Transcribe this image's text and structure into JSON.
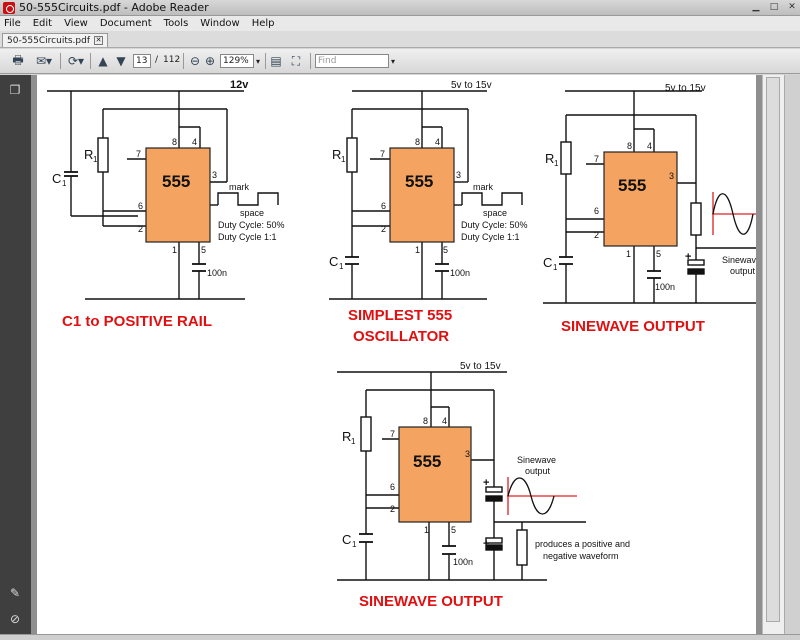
{
  "window": {
    "title": "50-555Circuits.pdf - Adobe Reader"
  },
  "menu": [
    "File",
    "Edit",
    "View",
    "Document",
    "Tools",
    "Window",
    "Help"
  ],
  "tab": {
    "label": "50-555Circuits.pdf"
  },
  "toolbar": {
    "page": "13",
    "page_sep": "/",
    "total": "112",
    "zoom": "129%",
    "find_placeholder": "Find"
  },
  "circuits": {
    "c1": {
      "supply": "12v",
      "ic": "555",
      "r1": "R",
      "r1_sub": "1",
      "c1": "C",
      "c1_sub": "1",
      "mark": "mark",
      "space": "space",
      "duty1": "Duty Cycle: 50%",
      "duty2": "Duty Cycle 1:1",
      "cap": "100n",
      "caption": "C1 to POSITIVE RAIL",
      "p7": "7",
      "p6": "6",
      "p2": "2",
      "p8": "8",
      "p4": "4",
      "p3": "3",
      "p1": "1",
      "p5": "5"
    },
    "c2": {
      "supply": "5v to 15v",
      "ic": "555",
      "r1": "R",
      "r1_sub": "1",
      "c1": "C",
      "c1_sub": "1",
      "mark": "mark",
      "space": "space",
      "duty1": "Duty Cycle: 50%",
      "duty2": "Duty Cycle 1:1",
      "cap": "100n",
      "caption1": "SIMPLEST 555",
      "caption2": "OSCILLATOR",
      "p7": "7",
      "p6": "6",
      "p2": "2",
      "p8": "8",
      "p4": "4",
      "p3": "3",
      "p1": "1",
      "p5": "5"
    },
    "c3": {
      "supply": "5v to 15v",
      "ic": "555",
      "r1": "R",
      "r1_sub": "1",
      "c1": "C",
      "c1_sub": "1",
      "sine1": "Sinewave",
      "sine2": "output",
      "cap": "100n",
      "caption": "SINEWAVE OUTPUT",
      "plus": "+",
      "p7": "7",
      "p6": "6",
      "p2": "2",
      "p8": "8",
      "p4": "4",
      "p3": "3",
      "p1": "1",
      "p5": "5"
    },
    "c4": {
      "supply": "5v to 15v",
      "ic": "555",
      "r1": "R",
      "r1_sub": "1",
      "c1": "C",
      "c1_sub": "1",
      "sine1": "Sinewave",
      "sine2": "output",
      "note1": "produces a positive and",
      "note2": "negative waveform",
      "cap": "100n",
      "caption": "SINEWAVE OUTPUT",
      "plus": "+",
      "p7": "7",
      "p6": "6",
      "p2": "2",
      "p8": "8",
      "p4": "4",
      "p3": "3",
      "p1": "1",
      "p5": "5"
    }
  },
  "colors": {
    "ic_fill": "#f4a460",
    "caption": "#e01010",
    "sine_axis": "#e02020"
  }
}
